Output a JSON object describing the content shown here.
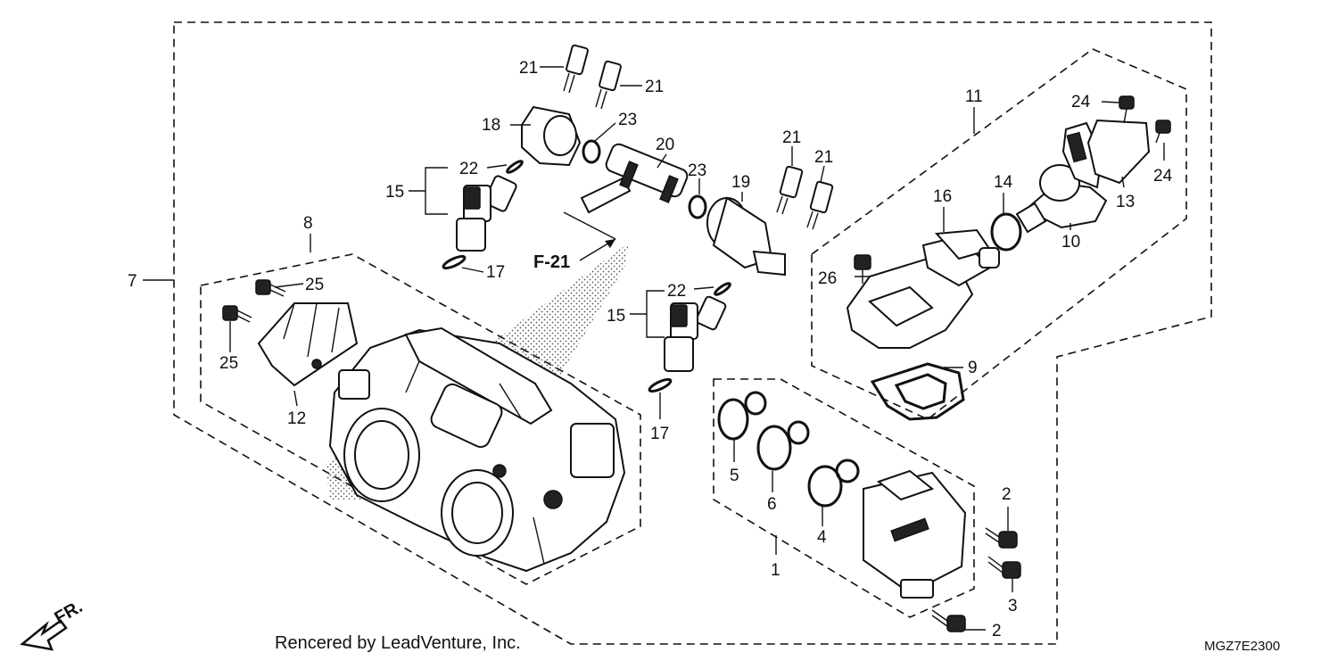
{
  "callouts": {
    "c1": "1",
    "c2a": "2",
    "c2b": "2",
    "c3": "3",
    "c4": "4",
    "c5": "5",
    "c6": "6",
    "c7": "7",
    "c8": "8",
    "c9": "9",
    "c10": "10",
    "c11": "11",
    "c12": "12",
    "c13": "13",
    "c14": "14",
    "c15a": "15",
    "c15b": "15",
    "c16": "16",
    "c17a": "17",
    "c17b": "17",
    "c18": "18",
    "c19": "19",
    "c20": "20",
    "c21a": "21",
    "c21b": "21",
    "c21c": "21",
    "c21d": "21",
    "c22a": "22",
    "c22b": "22",
    "c23a": "23",
    "c23b": "23",
    "c24a": "24",
    "c24b": "24",
    "c25a": "25",
    "c25b": "25",
    "c26": "26"
  },
  "reference": "F-21",
  "direction_label": "FR.",
  "credit": "Rencered by LeadVenture, Inc.",
  "diagram_code": "MGZ7E2300"
}
